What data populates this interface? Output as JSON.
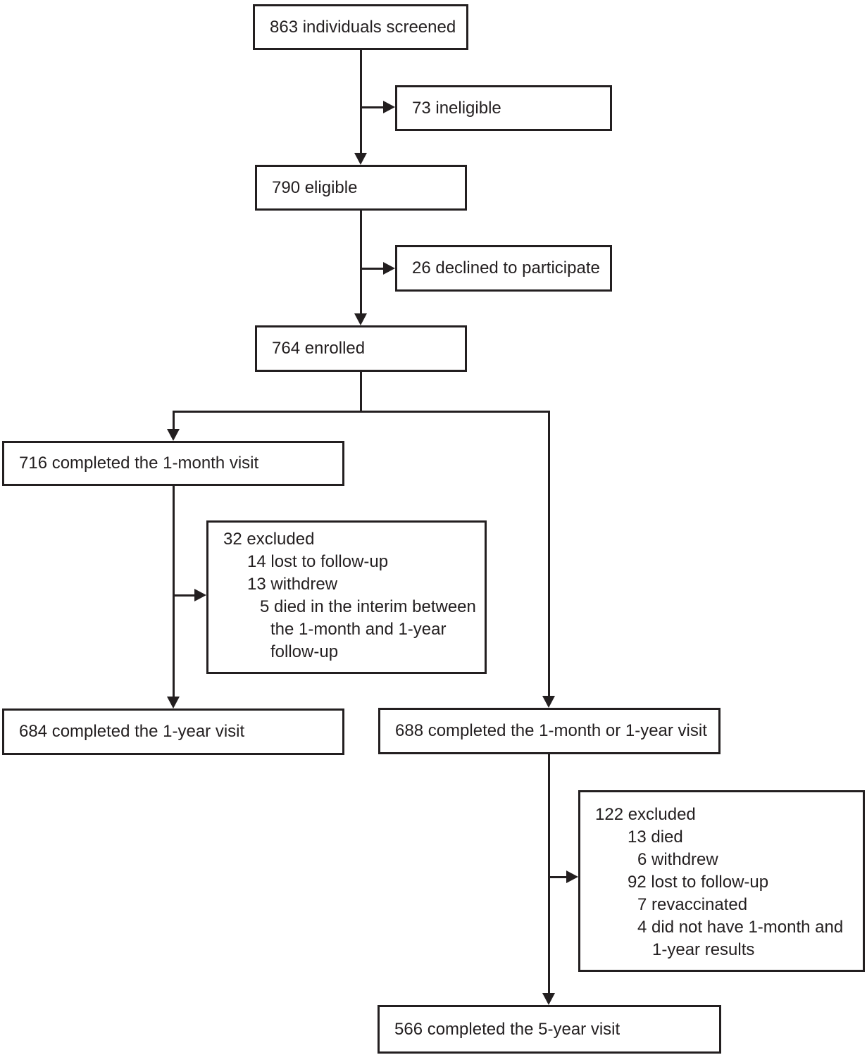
{
  "figure": {
    "type": "flow-diagram",
    "colors": {
      "line": "#231f20",
      "text": "#231f20",
      "background": "#ffffff"
    },
    "boxes": {
      "screened": "863 individuals screened",
      "ineligible": "73 ineligible",
      "eligible": "790 eligible",
      "declined": "26 declined to participate",
      "enrolled": "764 enrolled",
      "completed_1month": "716 completed the 1-month visit",
      "excluded_1month_to_1year": {
        "lines": [
          {
            "indent": 0,
            "text": "32 excluded"
          },
          {
            "indent": 1,
            "text": "14 lost to follow-up"
          },
          {
            "indent": 1,
            "text": "13 withdrew"
          },
          {
            "indent": 2,
            "text": "5 died in the interim between"
          },
          {
            "indent": 3,
            "text": "the 1-month and 1-year"
          },
          {
            "indent": 3,
            "text": "follow-up"
          }
        ]
      },
      "completed_1year": "684 completed the 1-year visit",
      "completed_1month_or_1year": "688 completed the 1-month or 1-year visit",
      "excluded_before_5year": {
        "lines": [
          {
            "indent": 0,
            "text": "122 excluded"
          },
          {
            "indent": 1,
            "text": "13 died"
          },
          {
            "indent": 2,
            "text": "6 withdrew"
          },
          {
            "indent": 1,
            "text": "92 lost to follow-up"
          },
          {
            "indent": 2,
            "text": "7 revaccinated"
          },
          {
            "indent": 2,
            "text": "4 did not have 1-month and"
          },
          {
            "indent": 3,
            "text": "1-year results"
          }
        ]
      },
      "completed_5year": "566 completed the 5-year visit"
    }
  }
}
